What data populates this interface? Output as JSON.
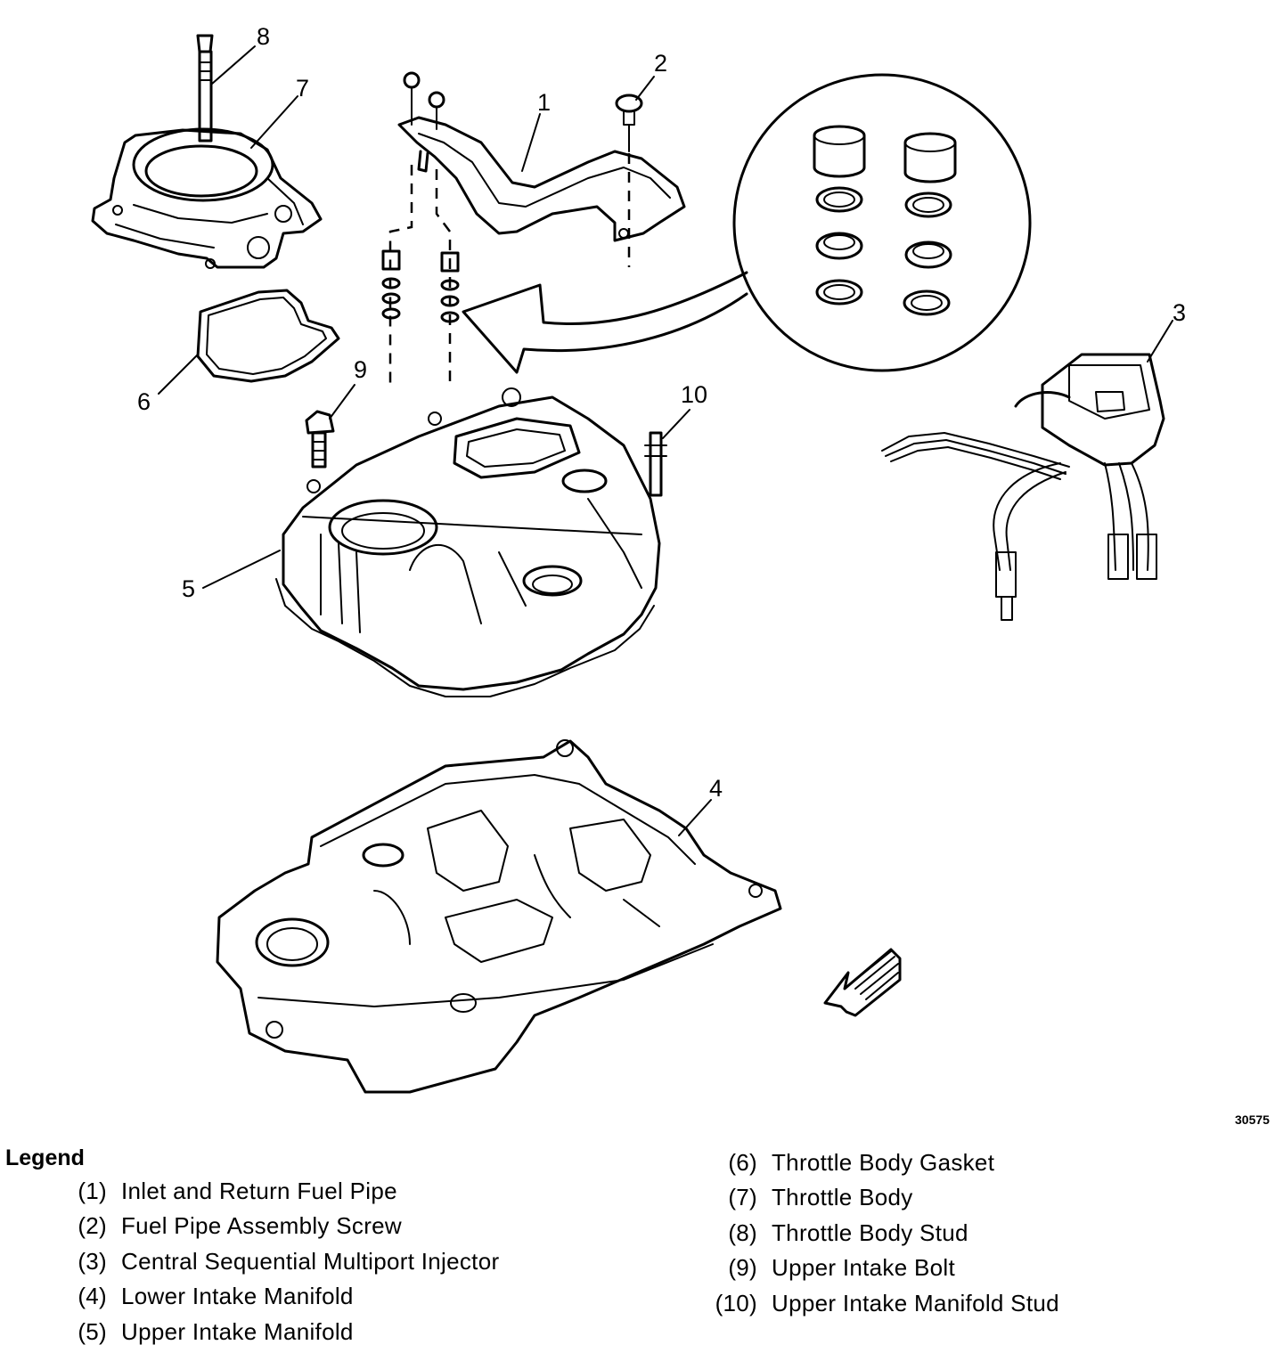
{
  "figure_id": "30575",
  "callouts": [
    "1",
    "2",
    "3",
    "4",
    "5",
    "6",
    "7",
    "8",
    "9",
    "10"
  ],
  "legend": {
    "title": "Legend",
    "items": [
      {
        "num": "(1)",
        "text": "Inlet and Return Fuel Pipe"
      },
      {
        "num": "(2)",
        "text": "Fuel Pipe Assembly Screw"
      },
      {
        "num": "(3)",
        "text": "Central Sequential Multiport Injector"
      },
      {
        "num": "(4)",
        "text": "Lower Intake Manifold"
      },
      {
        "num": "(5)",
        "text": "Upper Intake Manifold"
      },
      {
        "num": "(6)",
        "text": "Throttle Body Gasket"
      },
      {
        "num": "(7)",
        "text": "Throttle Body"
      },
      {
        "num": "(8)",
        "text": "Throttle Body Stud"
      },
      {
        "num": "(9)",
        "text": "Upper Intake Bolt"
      },
      {
        "num": "(10)",
        "text": "Upper Intake Manifold Stud"
      }
    ]
  }
}
